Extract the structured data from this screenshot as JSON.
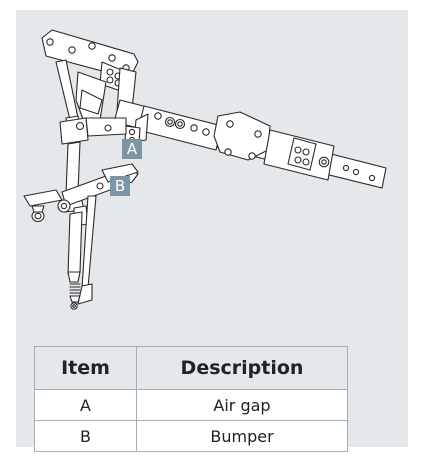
{
  "callouts": {
    "a": "A",
    "b": "B"
  },
  "legend_table": {
    "headers": [
      "Item",
      "Description"
    ],
    "rows": [
      {
        "item": "A",
        "description": "Air gap"
      },
      {
        "item": "B",
        "description": "Bumper"
      }
    ]
  },
  "colors": {
    "panel_background": "#e4e8eb",
    "callout_background": "#7d95a4",
    "drawing_stroke": "#2b2b2b",
    "table_border": "#9fb0bb"
  },
  "icons": {
    "drawing": "mechanism-linkage-drawing"
  }
}
